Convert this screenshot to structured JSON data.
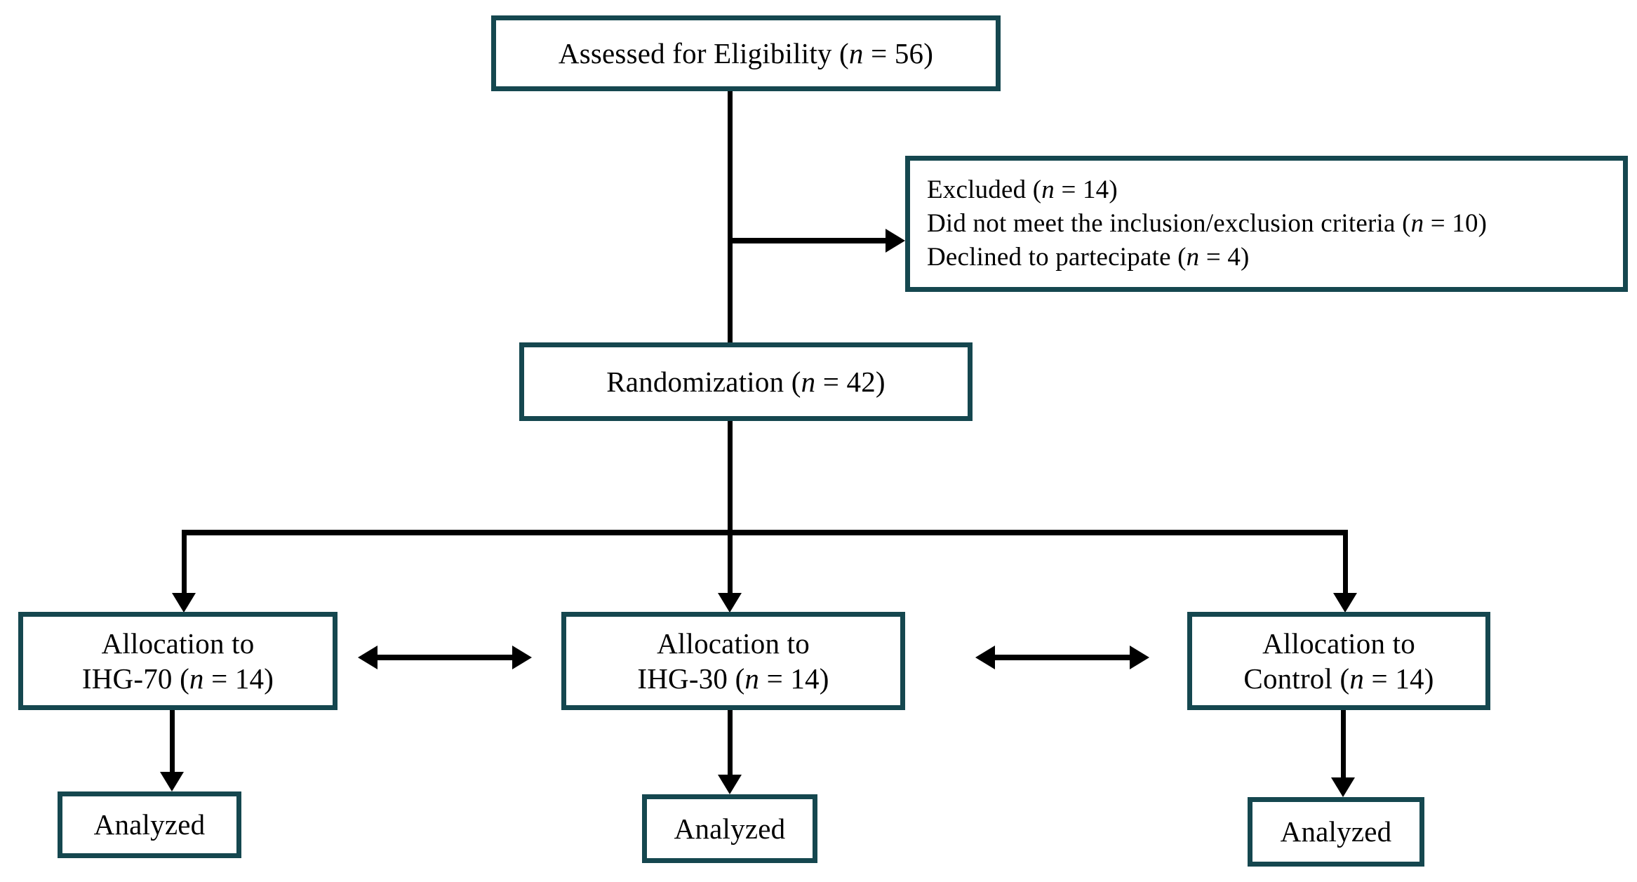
{
  "diagram": {
    "type": "consort-flow-diagram",
    "title": "CONSORT participant flow",
    "colors": {
      "box_border": "#15474f",
      "box_fill": "#ffffff",
      "connector": "#000000",
      "text": "#000000",
      "background": "#ffffff"
    }
  },
  "nodes": {
    "assessed": {
      "id": "assessed-for-eligibility",
      "lines": [
        {
          "text": "Assessed for  Eligibility (",
          "n_label": "n",
          "tail": " = 56)"
        }
      ],
      "full_text": "Assessed for  Eligibility (n = 56)",
      "n": 56
    },
    "excluded": {
      "id": "excluded",
      "lines": [
        {
          "text": "Excluded (",
          "n_label": "n",
          "tail": " = 14)",
          "full": "Excluded (n = 14)",
          "n": 14
        },
        {
          "text": "Did not meet the inclusion/exclusion criteria (",
          "n_label": "n",
          "tail": " = 10)",
          "full": "Did not meet the inclusion/exclusion criteria (n = 10)",
          "n": 10
        },
        {
          "text": "Declined to partecipate (",
          "n_label": "n",
          "tail": " = 4)",
          "full": "Declined to partecipate (n = 4)",
          "n": 4
        }
      ]
    },
    "randomization": {
      "id": "randomization",
      "lines": [
        {
          "text": "Randomization (",
          "n_label": "n",
          "tail": " = 42)"
        }
      ],
      "full_text": "Randomization (n = 42)",
      "n": 42
    },
    "allocation_ihg70": {
      "id": "allocation-ihg-70",
      "line1": "Allocation to",
      "line2_head": "IHG-70 (",
      "n_label": "n",
      "line2_tail": " = 14)",
      "full_text": "Allocation to IHG-70 (n = 14)",
      "n": 14
    },
    "allocation_ihg30": {
      "id": "allocation-ihg-30",
      "line1": "Allocation to",
      "line2_head": "IHG-30 (",
      "n_label": "n",
      "line2_tail": " = 14)",
      "full_text": "Allocation to IHG-30 (n = 14)",
      "n": 14
    },
    "allocation_control": {
      "id": "allocation-control",
      "line1": "Allocation to",
      "line2_head": "Control (",
      "n_label": "n",
      "line2_tail": " = 14)",
      "full_text": "Allocation to Control (n = 14)",
      "n": 14
    },
    "analyzed_ihg70": {
      "id": "analyzed-ihg-70",
      "label": "Analyzed"
    },
    "analyzed_ihg30": {
      "id": "analyzed-ihg-30",
      "label": "Analyzed"
    },
    "analyzed_control": {
      "id": "analyzed-control",
      "label": "Analyzed"
    }
  },
  "edges": [
    {
      "id": "assessed-to-randomization",
      "from": "assessed",
      "to": "randomization",
      "kind": "vertical"
    },
    {
      "id": "assessed-to-excluded",
      "from": "assessed",
      "to": "excluded",
      "kind": "horizontal-arrow"
    },
    {
      "id": "randomization-to-allocations",
      "from": "randomization",
      "to": [
        "allocation_ihg70",
        "allocation_ihg30",
        "allocation_control"
      ],
      "kind": "split-three"
    },
    {
      "id": "ihg70-to-ihg30",
      "from": "allocation_ihg70",
      "to": "allocation_ihg30",
      "kind": "bidirectional"
    },
    {
      "id": "ihg30-to-control",
      "from": "allocation_ihg30",
      "to": "allocation_control",
      "kind": "bidirectional"
    },
    {
      "id": "ihg70-to-analyzed",
      "from": "allocation_ihg70",
      "to": "analyzed_ihg70",
      "kind": "vertical-arrow"
    },
    {
      "id": "ihg30-to-analyzed",
      "from": "allocation_ihg30",
      "to": "analyzed_ihg30",
      "kind": "vertical-arrow"
    },
    {
      "id": "control-to-analyzed",
      "from": "allocation_control",
      "to": "analyzed_control",
      "kind": "vertical-arrow"
    }
  ]
}
